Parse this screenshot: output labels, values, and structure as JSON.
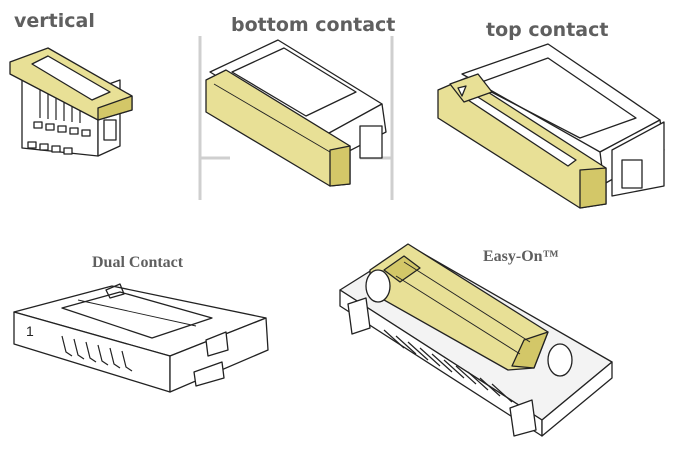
{
  "labels": {
    "vertical": "vertical",
    "bottom_contact": "bottom contact",
    "top_contact": "top contact",
    "dual_contact": "Dual Contact",
    "easy_on": "Easy-On™"
  },
  "pin_one_marker": "1",
  "colors": {
    "label_text": "#5f5f5f",
    "actuator_yellow": "#e8e096",
    "actuator_shadow": "#d3c768",
    "line": "#222222",
    "background": "#ffffff"
  }
}
